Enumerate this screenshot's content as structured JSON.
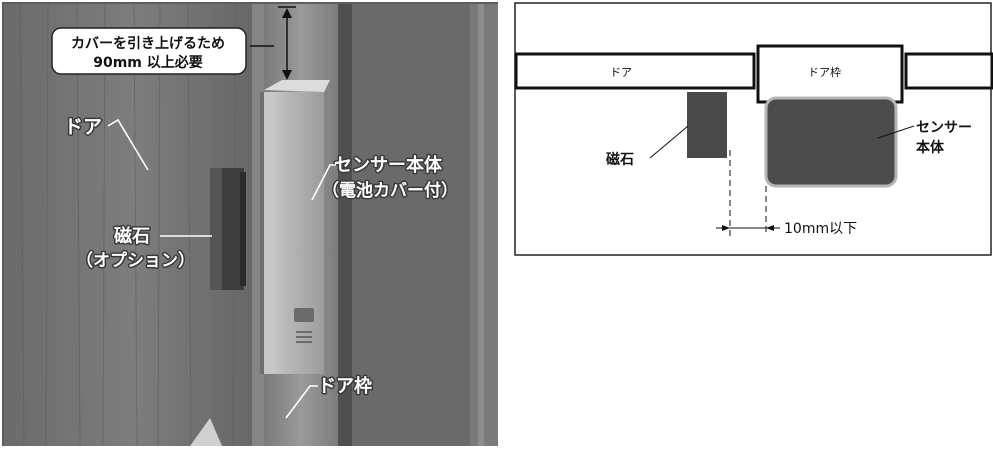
{
  "photo": {
    "cover_note_line1": "カバーを引き上げるため",
    "cover_note_line2": "90mm 以上必要",
    "door_label": "ドア",
    "magnet_label_line1": "磁石",
    "magnet_label_line2": "（オプション）",
    "sensor_label_line1": "センサー本体",
    "sensor_label_line2": "（電池カバー付）",
    "frame_label": "ドア枠"
  },
  "schematic": {
    "door_label": "ドア",
    "frame_label": "ドア枠",
    "magnet_label": "磁石",
    "sensor_label_line1": "センサー",
    "sensor_label_line2": "本体",
    "gap_label": "10mm以下"
  },
  "colors": {
    "door_panel": "#6f6f6f",
    "frame": "#8c8c8c",
    "sensor": "#b2b2b2",
    "magnet_schematic": "#4a4a4a"
  }
}
